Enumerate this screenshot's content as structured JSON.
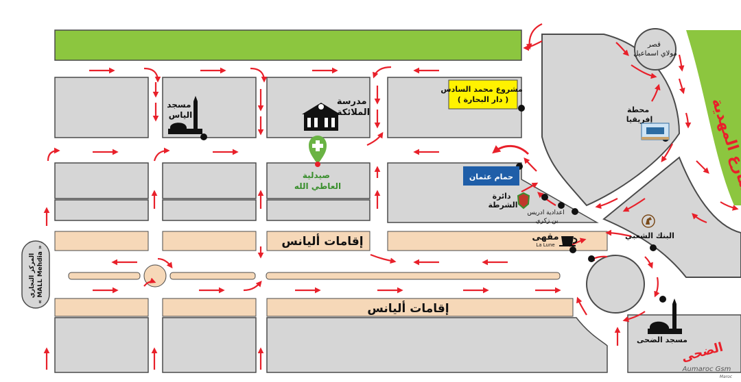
{
  "labels": {
    "palace": [
      "قصر",
      "مولاي اسماعيل"
    ],
    "station": [
      "محطة",
      "إفريقيا"
    ],
    "project": [
      "مشروع محمد السادس",
      "( دار البحارة )"
    ],
    "school": [
      "مدرسة",
      "الملائكة"
    ],
    "mosque_alliance": [
      "مسجد",
      "الياس"
    ],
    "pharmacy": [
      "صيدلية",
      "العاطي الله"
    ],
    "hammam": "حمام عثمان",
    "police": [
      "دائرة",
      "الشرطة"
    ],
    "middle_school": [
      "اعدادية ادريس",
      "بن زكري"
    ],
    "bank": "البنك الشعبي",
    "cafe": "مقهى",
    "cafe_sub": "La Lune",
    "residence_1": "إقامات أليانس",
    "residence_2": "إقامات أليانس",
    "mall": [
      "المركز التجاري",
      "« MALL Mehdia »"
    ],
    "mosque_doha": "مسجد الضحى",
    "road_right": "شارع المهدية",
    "doha_red": "الضحى",
    "watermark": "Aumaroc Gsm",
    "watermark_sub": "Maroc"
  },
  "colors": {
    "block": "#d6d6d6",
    "block_stroke": "#4a4a4a",
    "green_park": "#8cc63f",
    "residence": "#f6d8b8",
    "arrow": "#e8202a",
    "project_bg": "#fff200",
    "hammam_bg": "#1f5ea8",
    "pharmacy_text": "#3a8f2e",
    "road_label": "#e8202a"
  },
  "icons": [
    "mosque-icon",
    "school-icon",
    "pharmacy-pin-icon",
    "police-badge-icon",
    "horse-icon",
    "coffee-cup-icon",
    "station-icon"
  ]
}
